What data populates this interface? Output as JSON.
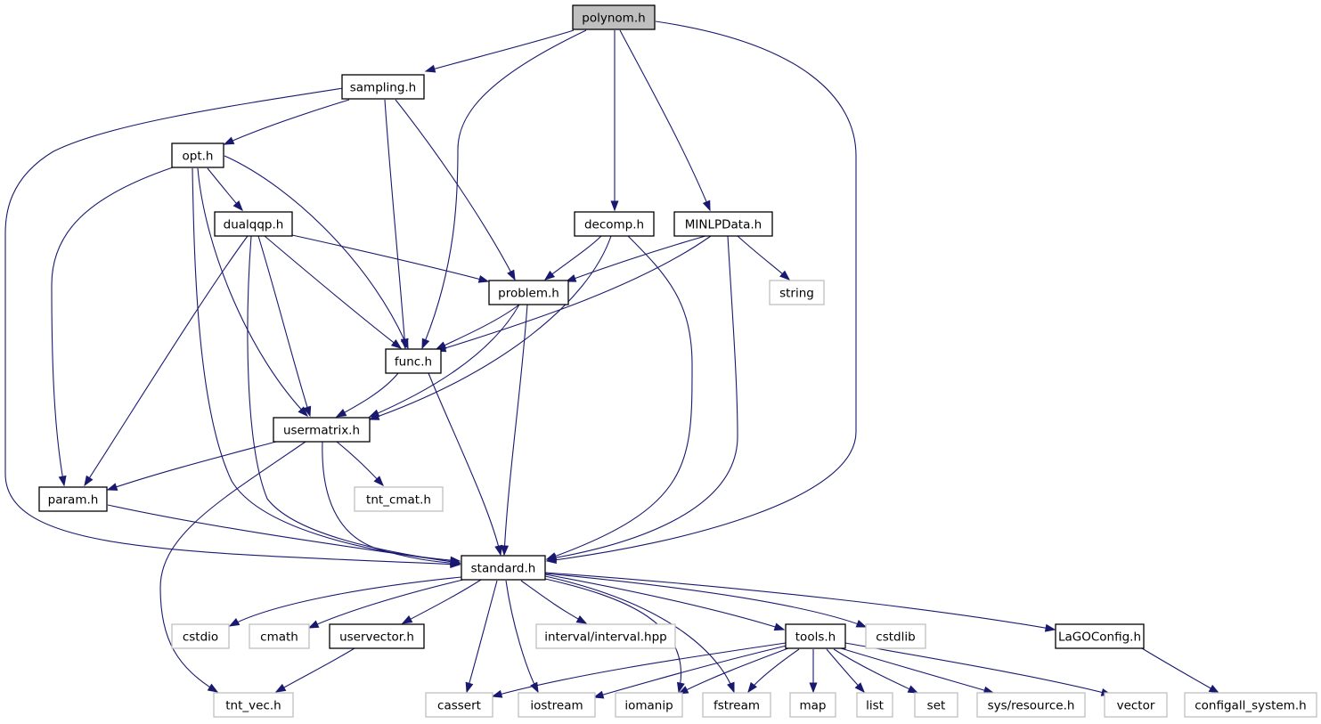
{
  "graph": {
    "title": "polynom.h",
    "colors": {
      "edge": "#191970",
      "root_fill": "#bfbfbf",
      "documented_border": "#000000",
      "external_border": "#bfbfbf",
      "node_fill": "#ffffff"
    },
    "nodes": [
      {
        "id": "polynom",
        "label": "polynom.h",
        "kind": "root"
      },
      {
        "id": "sampling",
        "label": "sampling.h",
        "kind": "documented"
      },
      {
        "id": "opt",
        "label": "opt.h",
        "kind": "documented"
      },
      {
        "id": "dualqqp",
        "label": "dualqqp.h",
        "kind": "documented"
      },
      {
        "id": "decomp",
        "label": "decomp.h",
        "kind": "documented"
      },
      {
        "id": "minlpdata",
        "label": "MINLPData.h",
        "kind": "documented"
      },
      {
        "id": "problem",
        "label": "problem.h",
        "kind": "documented"
      },
      {
        "id": "string",
        "label": "string",
        "kind": "external"
      },
      {
        "id": "func",
        "label": "func.h",
        "kind": "documented"
      },
      {
        "id": "usermatrix",
        "label": "usermatrix.h",
        "kind": "documented"
      },
      {
        "id": "param",
        "label": "param.h",
        "kind": "documented"
      },
      {
        "id": "tnt_cmat",
        "label": "tnt_cmat.h",
        "kind": "external"
      },
      {
        "id": "standard",
        "label": "standard.h",
        "kind": "documented"
      },
      {
        "id": "cstdio",
        "label": "cstdio",
        "kind": "external"
      },
      {
        "id": "cmath",
        "label": "cmath",
        "kind": "external"
      },
      {
        "id": "uservector",
        "label": "uservector.h",
        "kind": "documented"
      },
      {
        "id": "interval",
        "label": "interval/interval.hpp",
        "kind": "external"
      },
      {
        "id": "tools",
        "label": "tools.h",
        "kind": "documented"
      },
      {
        "id": "cstdlib",
        "label": "cstdlib",
        "kind": "external"
      },
      {
        "id": "lagoconfig",
        "label": "LaGOConfig.h",
        "kind": "documented"
      },
      {
        "id": "tnt_vec",
        "label": "tnt_vec.h",
        "kind": "external"
      },
      {
        "id": "cassert",
        "label": "cassert",
        "kind": "external"
      },
      {
        "id": "iostream",
        "label": "iostream",
        "kind": "external"
      },
      {
        "id": "iomanip",
        "label": "iomanip",
        "kind": "external"
      },
      {
        "id": "fstream",
        "label": "fstream",
        "kind": "external"
      },
      {
        "id": "map",
        "label": "map",
        "kind": "external"
      },
      {
        "id": "list",
        "label": "list",
        "kind": "external"
      },
      {
        "id": "set",
        "label": "set",
        "kind": "external"
      },
      {
        "id": "sys_resource",
        "label": "sys/resource.h",
        "kind": "external"
      },
      {
        "id": "vector",
        "label": "vector",
        "kind": "external"
      },
      {
        "id": "configall_system",
        "label": "configall_system.h",
        "kind": "external"
      }
    ],
    "edges": [
      [
        "polynom",
        "sampling"
      ],
      [
        "polynom",
        "func"
      ],
      [
        "polynom",
        "decomp"
      ],
      [
        "polynom",
        "minlpdata"
      ],
      [
        "polynom",
        "standard"
      ],
      [
        "sampling",
        "standard"
      ],
      [
        "sampling",
        "opt"
      ],
      [
        "sampling",
        "func"
      ],
      [
        "sampling",
        "problem"
      ],
      [
        "opt",
        "param"
      ],
      [
        "opt",
        "standard"
      ],
      [
        "opt",
        "usermatrix"
      ],
      [
        "opt",
        "dualqqp"
      ],
      [
        "opt",
        "func"
      ],
      [
        "dualqqp",
        "param"
      ],
      [
        "dualqqp",
        "standard"
      ],
      [
        "dualqqp",
        "usermatrix"
      ],
      [
        "dualqqp",
        "func"
      ],
      [
        "dualqqp",
        "problem"
      ],
      [
        "decomp",
        "problem"
      ],
      [
        "decomp",
        "usermatrix"
      ],
      [
        "decomp",
        "standard"
      ],
      [
        "minlpdata",
        "problem"
      ],
      [
        "minlpdata",
        "func"
      ],
      [
        "minlpdata",
        "string"
      ],
      [
        "minlpdata",
        "standard"
      ],
      [
        "problem",
        "func"
      ],
      [
        "problem",
        "usermatrix"
      ],
      [
        "problem",
        "standard"
      ],
      [
        "func",
        "usermatrix"
      ],
      [
        "func",
        "standard"
      ],
      [
        "usermatrix",
        "param"
      ],
      [
        "usermatrix",
        "tnt_vec"
      ],
      [
        "usermatrix",
        "standard"
      ],
      [
        "usermatrix",
        "tnt_cmat"
      ],
      [
        "param",
        "standard"
      ],
      [
        "standard",
        "cstdio"
      ],
      [
        "standard",
        "cmath"
      ],
      [
        "standard",
        "uservector"
      ],
      [
        "standard",
        "cassert"
      ],
      [
        "standard",
        "iostream"
      ],
      [
        "standard",
        "interval"
      ],
      [
        "standard",
        "iomanip"
      ],
      [
        "standard",
        "fstream"
      ],
      [
        "standard",
        "tools"
      ],
      [
        "standard",
        "cstdlib"
      ],
      [
        "standard",
        "lagoconfig"
      ],
      [
        "uservector",
        "tnt_vec"
      ],
      [
        "tools",
        "cassert"
      ],
      [
        "tools",
        "iostream"
      ],
      [
        "tools",
        "iomanip"
      ],
      [
        "tools",
        "fstream"
      ],
      [
        "tools",
        "map"
      ],
      [
        "tools",
        "list"
      ],
      [
        "tools",
        "set"
      ],
      [
        "tools",
        "sys_resource"
      ],
      [
        "tools",
        "vector"
      ],
      [
        "lagoconfig",
        "configall_system"
      ]
    ]
  }
}
